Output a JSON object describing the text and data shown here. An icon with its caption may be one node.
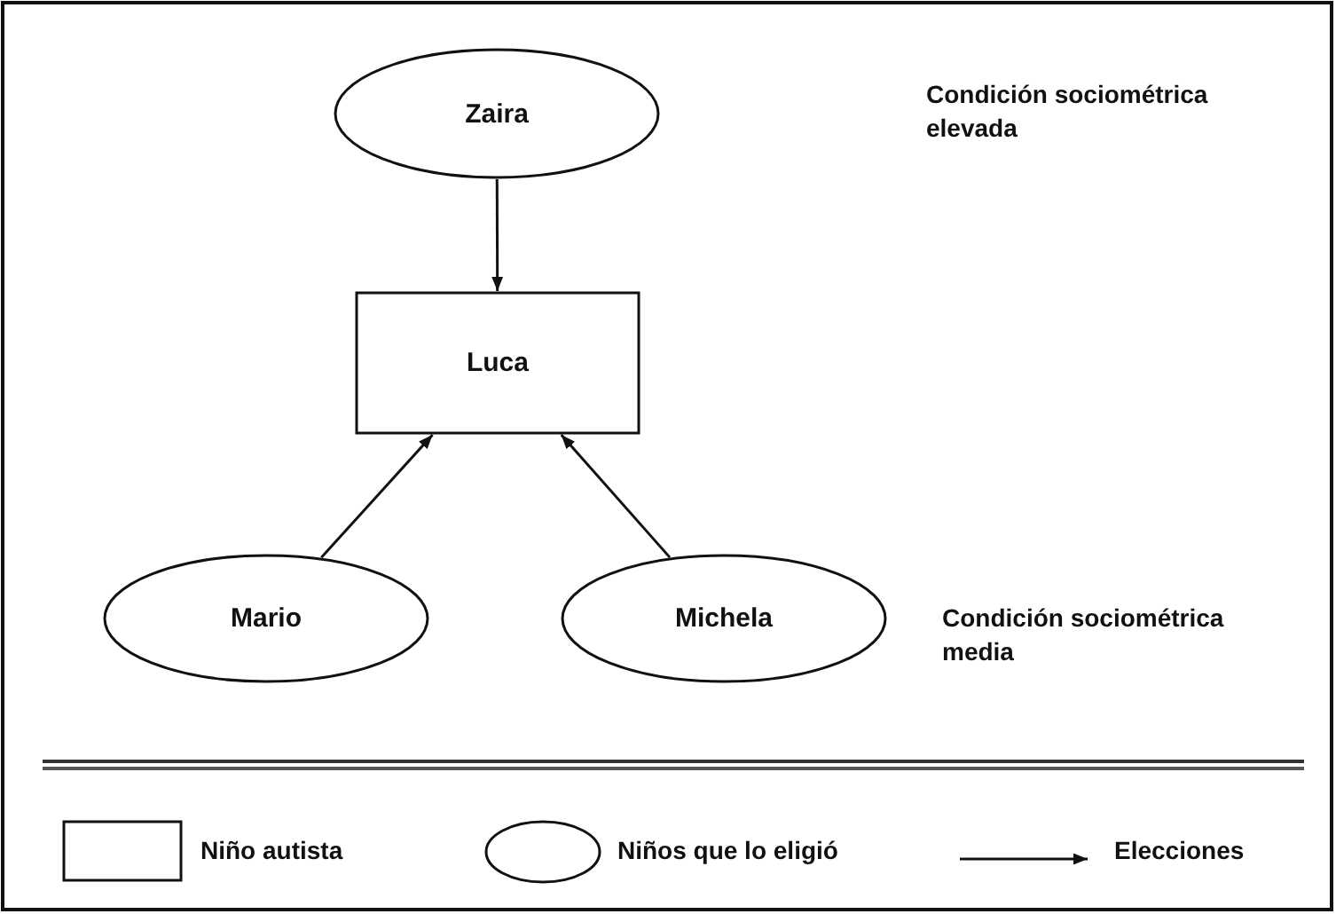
{
  "diagram": {
    "nodes": [
      {
        "text": [
          "Zaira"
        ]
      },
      {
        "text": [
          "Luca"
        ]
      },
      {
        "text": [
          "Mario"
        ]
      },
      {
        "text": [
          "Michela"
        ]
      }
    ],
    "edges": [
      {
        "from": 0,
        "to": 1,
        "arrow": "to"
      },
      {
        "from": 2,
        "to": 1,
        "arrow": "to"
      },
      {
        "from": 3,
        "to": 1,
        "arrow": "to"
      }
    ],
    "labels": [
      "Condición sociométrica elevada",
      "Condición sociométrica media"
    ],
    "legend": [
      {
        "text": "Niño autista"
      },
      {
        "text": "Niños que lo eligió"
      },
      {
        "text": "Elecciones"
      }
    ]
  }
}
